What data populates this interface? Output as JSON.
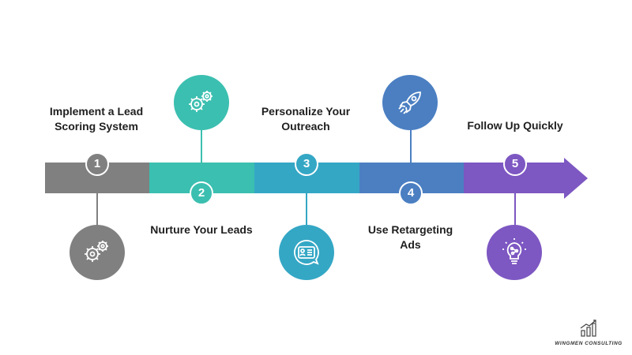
{
  "steps": [
    {
      "number": "1",
      "label": "Implement a Lead Scoring System",
      "color": "#808080",
      "icon": "gears-icon"
    },
    {
      "number": "2",
      "label": "Nurture Your Leads",
      "color": "#3bbfb0",
      "icon": "gears-icon"
    },
    {
      "number": "3",
      "label": "Personalize Your Outreach",
      "color": "#34a7c5",
      "icon": "profile-chat-icon"
    },
    {
      "number": "4",
      "label": "Use Retargeting Ads",
      "color": "#4b7fc2",
      "icon": "rocket-icon"
    },
    {
      "number": "5",
      "label": "Follow Up Quickly",
      "color": "#7d57c2",
      "icon": "lightbulb-icon"
    }
  ],
  "brand": {
    "name": "WINGMEN CONSULTING",
    "icon": "bar-chart-growth-icon"
  }
}
